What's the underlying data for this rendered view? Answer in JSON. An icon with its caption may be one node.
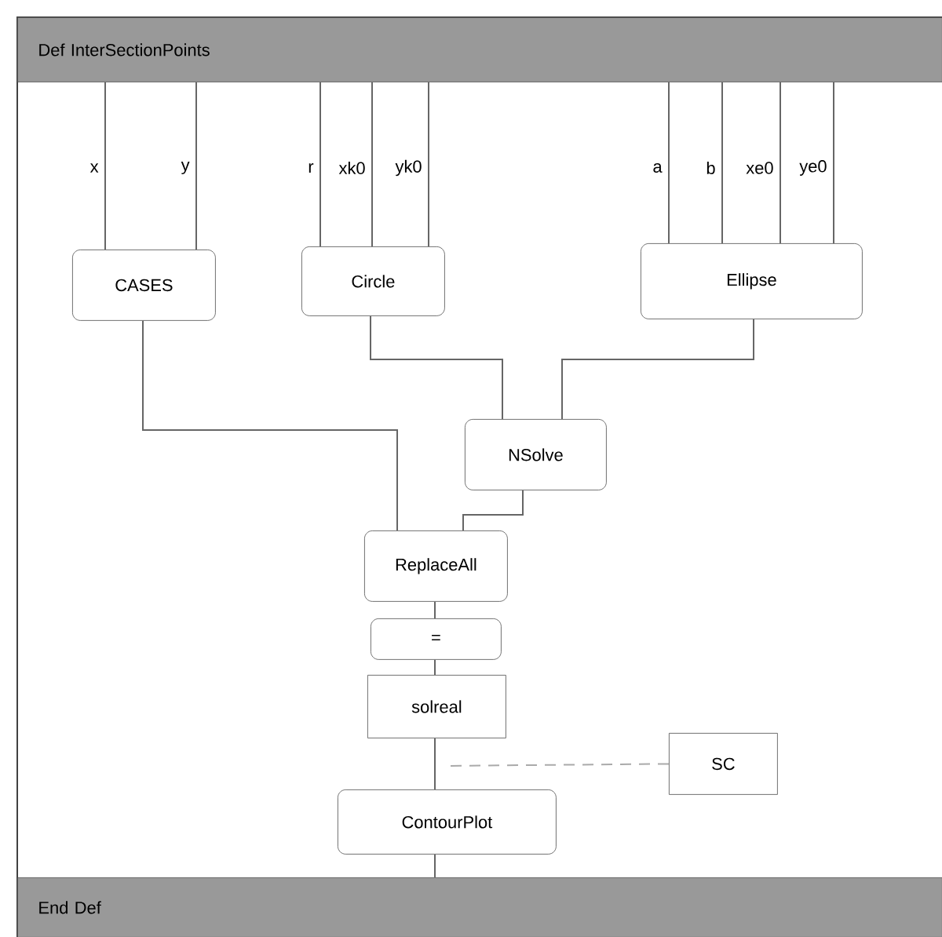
{
  "diagram": {
    "nodes": [
      {
        "text": [
          "Def InterSectionPoints"
        ]
      },
      {
        "text": [
          "CASES"
        ]
      },
      {
        "text": [
          "Circle"
        ]
      },
      {
        "text": [
          "Ellipse"
        ]
      },
      {
        "text": [
          "NSolve"
        ]
      },
      {
        "text": [
          "ReplaceAll"
        ]
      },
      {
        "text": [
          "="
        ]
      },
      {
        "text": [
          "solreal"
        ]
      },
      {
        "text": [
          "SC"
        ]
      },
      {
        "text": [
          "ContourPlot"
        ]
      },
      {
        "text": [
          "End Def"
        ]
      }
    ],
    "edges": [
      {
        "from": 0,
        "to": 1,
        "arrow": "none",
        "label": "x"
      },
      {
        "from": 0,
        "to": 1,
        "arrow": "none",
        "label": "y"
      },
      {
        "from": 0,
        "to": 2,
        "arrow": "none",
        "label": "r"
      },
      {
        "from": 0,
        "to": 2,
        "arrow": "none",
        "label": "xk0"
      },
      {
        "from": 0,
        "to": 2,
        "arrow": "none",
        "label": "yk0"
      },
      {
        "from": 0,
        "to": 3,
        "arrow": "none",
        "label": "a"
      },
      {
        "from": 0,
        "to": 3,
        "arrow": "none",
        "label": "b"
      },
      {
        "from": 0,
        "to": 3,
        "arrow": "none",
        "label": "xe0"
      },
      {
        "from": 0,
        "to": 3,
        "arrow": "none",
        "label": "ye0"
      },
      {
        "from": 1,
        "to": 5,
        "arrow": "none"
      },
      {
        "from": 2,
        "to": 4,
        "arrow": "none"
      },
      {
        "from": 3,
        "to": 4,
        "arrow": "none"
      },
      {
        "from": 4,
        "to": 5,
        "arrow": "none"
      },
      {
        "from": 5,
        "to": 6,
        "arrow": "none"
      },
      {
        "from": 6,
        "to": 7,
        "arrow": "none"
      },
      {
        "from": 7,
        "to": 9,
        "arrow": "none"
      },
      {
        "from": 8,
        "to": null,
        "arrow": "none",
        "style": "dashed",
        "color": "#aaaaaa"
      },
      {
        "from": 9,
        "to": 10,
        "arrow": "none"
      }
    ]
  }
}
